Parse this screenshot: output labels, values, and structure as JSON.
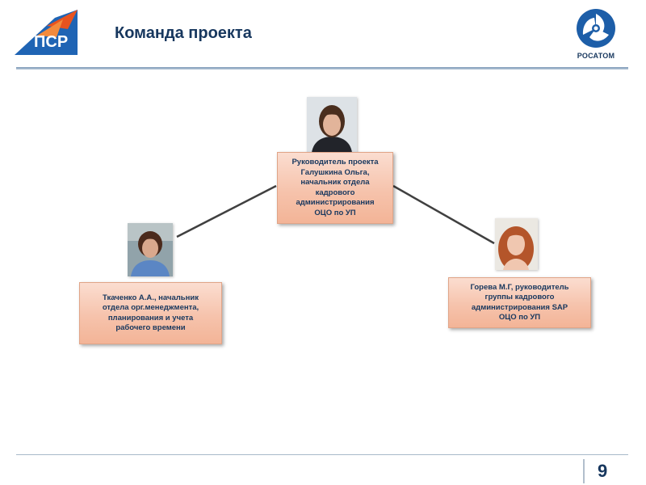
{
  "header": {
    "title": "Команда проекта",
    "logo_left_text": "ПСР",
    "logo_right_text": "РОСАТОМ"
  },
  "team": {
    "lead": {
      "lines": [
        "Руководитель проекта",
        "Галушкина Ольга,",
        "начальник отдела",
        "кадрового",
        "администрирования",
        "ОЦО по УП"
      ]
    },
    "left_member": {
      "lines": [
        "Ткаченко А.А., начальник",
        "отдела орг.менеджмента,",
        "планирования и учета",
        "рабочего времени"
      ]
    },
    "right_member": {
      "lines": [
        "Горева М.Г, руководитель",
        "группы кадрового",
        "администрирования SAP",
        "ОЦО по УП"
      ]
    }
  },
  "footer": {
    "page_number": "9"
  },
  "colors": {
    "title": "#17375e",
    "box_fill": "#f6c3ac",
    "box_border": "#e0a487",
    "connector": "#404040",
    "psr_blue": "#1f64b4",
    "psr_orange": "#e8531f",
    "rosatom_blue": "#1d5ea8"
  }
}
